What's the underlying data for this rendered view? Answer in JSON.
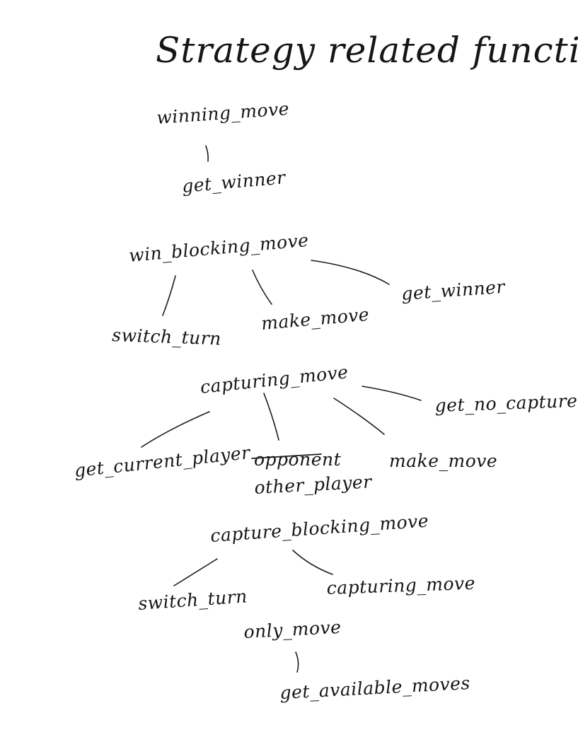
{
  "title": "Strategy related functions",
  "groups": [
    {
      "root": "winning_move",
      "children": [
        "get_winner"
      ]
    },
    {
      "root": "win_blocking_move",
      "children": [
        "switch_turn",
        "make_move",
        "get_winner"
      ]
    },
    {
      "root": "capturing_move",
      "children": [
        "get_current_player",
        "opponent",
        "other_player",
        "make_move",
        "get_no_captures"
      ]
    },
    {
      "root": "capture_blocking_move",
      "children": [
        "switch_turn",
        "capturing_move"
      ]
    },
    {
      "root": "only_move",
      "children": [
        "get_available_moves"
      ]
    }
  ]
}
